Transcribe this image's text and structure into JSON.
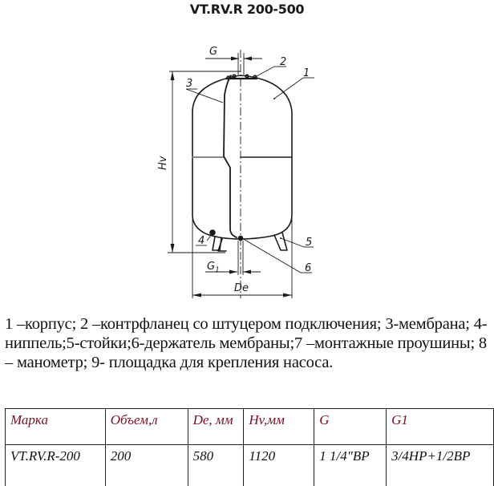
{
  "title": "VT.RV.R 200-500",
  "drawing": {
    "labels": {
      "G": "G",
      "G1": "G",
      "G1_sub": "1",
      "Hv": "Hv",
      "De": "De",
      "callouts": [
        "1",
        "2",
        "3",
        "4",
        "5",
        "6"
      ]
    }
  },
  "legend": {
    "text": "1 –корпус; 2 –контрфланец со штуцером подключения; 3-мембрана; 4-ниппель;5-стойки;6-держатель мембраны;7 –монтажные проушины; 8 – манометр; 9- площадка для крепления насоса."
  },
  "table": {
    "headers": [
      "Марка",
      "Объем,л",
      "De, мм",
      "Hv,мм",
      "G",
      "G1"
    ],
    "rows": [
      [
        "VT.RV.R-200",
        "200",
        "580",
        "1120",
        "1 1/4\"ВР",
        "3/4НР+1/2ВР"
      ]
    ],
    "header_color": "#7a1020"
  }
}
